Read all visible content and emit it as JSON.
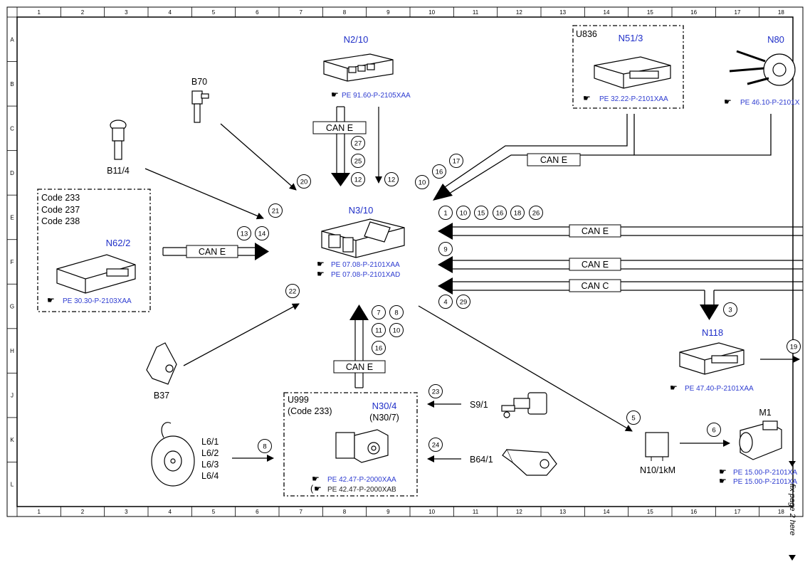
{
  "grid": {
    "columns": [
      "1",
      "2",
      "3",
      "4",
      "5",
      "6",
      "7",
      "8",
      "9",
      "10",
      "11",
      "12",
      "13",
      "14",
      "15",
      "16",
      "17",
      "18"
    ],
    "rows": [
      "A",
      "B",
      "C",
      "D",
      "E",
      "F",
      "G",
      "H",
      "J",
      "K",
      "L"
    ]
  },
  "components": {
    "n2_10": {
      "code": "N2/10",
      "ref": "PE 91.60-P-2105XAA"
    },
    "b70": {
      "code": "B70"
    },
    "b11_4": {
      "code": "B11/4"
    },
    "u836": {
      "code": "U836"
    },
    "n51_3": {
      "code": "N51/3",
      "ref": "PE 32.22-P-2101XAA"
    },
    "n80": {
      "code": "N80",
      "ref": "PE 46.10-P-2101X"
    },
    "n62_2": {
      "codes": [
        "Code 233",
        "Code 237",
        "Code 238"
      ],
      "code": "N62/2",
      "ref": "PE 30.30-P-2103XAA"
    },
    "n3_10": {
      "code": "N3/10",
      "ref1": "PE 07.08-P-2101XAA",
      "ref2": "PE 07.08-P-2101XAD"
    },
    "n118": {
      "code": "N118",
      "ref": "PE 47.40-P-2101XAA"
    },
    "b37": {
      "code": "B37"
    },
    "l6": {
      "codes": [
        "L6/1",
        "L6/2",
        "L6/3",
        "L6/4"
      ]
    },
    "u999": {
      "code": "U999",
      "sub": "(Code 233)"
    },
    "n30_4": {
      "code": "N30/4",
      "alt": "(N30/7)",
      "ref1": "PE 42.47-P-2000XAA",
      "ref2": "PE 42.47-P-2000XAB"
    },
    "s9_1": {
      "code": "S9/1"
    },
    "b64_1": {
      "code": "B64/1"
    },
    "n10_1km": {
      "code": "N10/1kM"
    },
    "m1": {
      "code": "M1",
      "ref1": "PE 15.00-P-2101XA",
      "ref2": "PE 15.00-P-2101XA"
    }
  },
  "bus_labels": {
    "can_e_top": "CAN E",
    "can_e_n2": "CAN E",
    "can_e_n62": "CAN E",
    "can_e_r1": "CAN E",
    "can_e_r2": "CAN E",
    "can_c": "CAN C",
    "can_e_bottom": "CAN E"
  },
  "circles": {
    "c27": "27",
    "c25": "25",
    "c12a": "12",
    "c12b": "12",
    "c20": "20",
    "c21": "21",
    "c13": "13",
    "c14": "14",
    "c22": "22",
    "c17": "17",
    "c16a": "16",
    "c10a": "10",
    "c1": "1",
    "c10b": "10",
    "c15": "15",
    "c16b": "16",
    "c18": "18",
    "c26": "26",
    "c9": "9",
    "c4": "4",
    "c29": "29",
    "c3": "3",
    "c19": "19",
    "c7": "7",
    "c8a": "8",
    "c11": "11",
    "c10c": "10",
    "c16c": "16",
    "c23": "23",
    "c24": "24",
    "c8b": "8",
    "c5": "5",
    "c6": "6"
  },
  "side_note": "fix page 2 here"
}
